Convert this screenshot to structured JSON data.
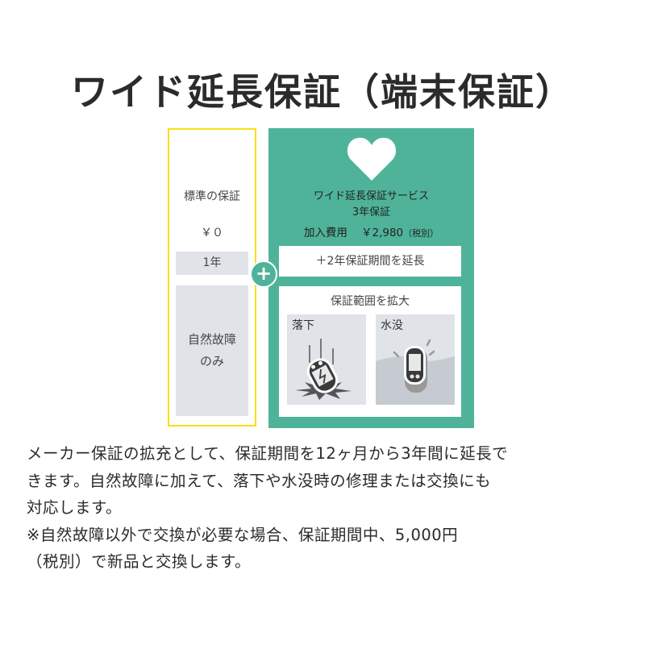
{
  "title": "ワイド延長保証（端末保証）",
  "standard": {
    "label": "標準の保証",
    "price": "￥０",
    "term": "1年",
    "coverage_line1": "自然故障",
    "coverage_line2": "のみ",
    "border_color": "#f6e017",
    "fill_color": "#e0e3e7"
  },
  "plus_icon": "plus-icon",
  "extended": {
    "icon": "heart-icon",
    "name": "ワイド延長保証サービス",
    "term": "3年保証",
    "fee_label": "加入費用",
    "fee_value": "￥2,980",
    "fee_tax": "（税別）",
    "extend_label": "＋2年保証期間を延長",
    "range_title": "保証範囲を拡大",
    "panels": [
      {
        "label": "落下",
        "icon": "falling-phone-icon"
      },
      {
        "label": "水没",
        "icon": "water-phone-icon"
      }
    ],
    "accent_color": "#4fb39a"
  },
  "description": {
    "line1": "メーカー保証の拡充として、保証期間を12ヶ月から3年間に延長で",
    "line2": "きます。自然故障に加えて、落下や水没時の修理または交換にも",
    "line3": "対応します。",
    "line4": "※自然故障以外で交換が必要な場合、保証期間中、5,000円",
    "line5": "（税別）で新品と交換します。"
  }
}
